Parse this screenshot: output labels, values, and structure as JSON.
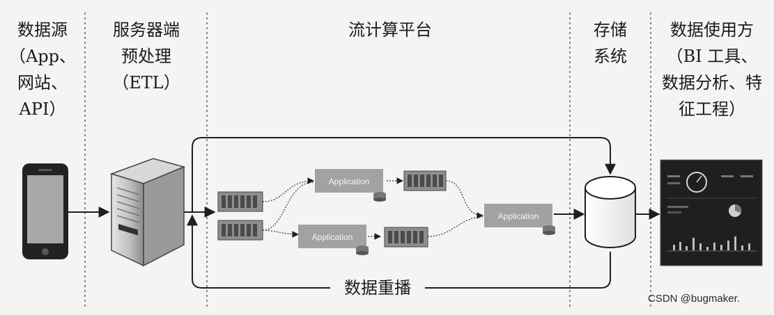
{
  "columns": [
    {
      "id": "source",
      "title": "数据源\n（App、\n网站、\nAPI）"
    },
    {
      "id": "etl",
      "title": "服务器端\n预处理\n（ETL）"
    },
    {
      "id": "stream",
      "title": "流计算平台"
    },
    {
      "id": "storage",
      "title": "存储\n系统"
    },
    {
      "id": "consumer",
      "title": "数据使用方\n（BI 工具、\n数据分析、特\n征工程）"
    }
  ],
  "applications": [
    {
      "label": "Application"
    },
    {
      "label": "Application"
    },
    {
      "label": "Application"
    }
  ],
  "replay_label": "数据重播",
  "watermark": "CSDN @bugmaker.",
  "colors": {
    "background": "#f4f4f2",
    "line": "#1e1e1e",
    "app_box": "#a2a2a2",
    "queue_cell": "#5a5a5a",
    "dashboard": "#1f1f22"
  }
}
